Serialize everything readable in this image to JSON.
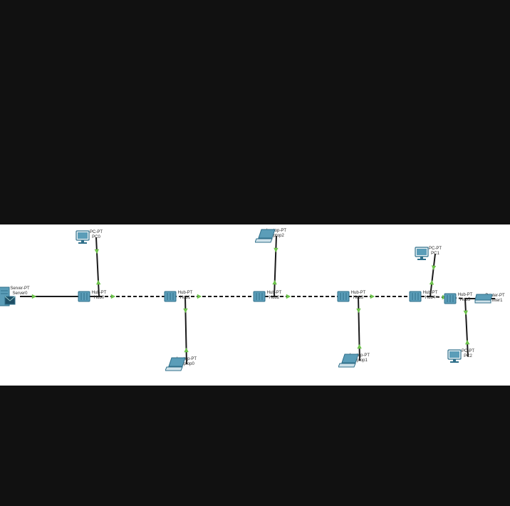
{
  "colors": {
    "background": "#111111",
    "workspace": "#ffffff",
    "device": "#5b9db8",
    "device_dark": "#2f6f8a",
    "link": "#1a1a1a",
    "port_up": "#6cc24a"
  },
  "devices": {
    "server0": {
      "model": "Server-PT",
      "name": "Server0",
      "icon": "server-icon"
    },
    "pc0": {
      "model": "PC-PT",
      "name": "PC0",
      "icon": "pc-icon"
    },
    "hub0": {
      "model": "Hub-PT",
      "name": "Hub0",
      "icon": "hub-icon"
    },
    "hub1": {
      "model": "Hub-PT",
      "name": "Hub1",
      "icon": "hub-icon"
    },
    "laptop0": {
      "model": "Laptop-PT",
      "name": "Laptop0",
      "icon": "laptop-icon"
    },
    "laptop2": {
      "model": "Laptop-PT",
      "name": "Laptop2",
      "icon": "laptop-icon"
    },
    "hub2": {
      "model": "Hub-PT",
      "name": "Hub2",
      "icon": "hub-icon"
    },
    "hub3": {
      "model": "Hub-PT",
      "name": "Hub3",
      "icon": "hub-icon"
    },
    "laptop1": {
      "model": "Laptop-PT",
      "name": "Laptop1",
      "icon": "laptop-icon"
    },
    "hub4": {
      "model": "Hub-PT",
      "name": "Hub4",
      "icon": "hub-icon"
    },
    "pc1": {
      "model": "PC-PT",
      "name": "PC1",
      "icon": "pc-icon"
    },
    "hub5": {
      "model": "Hub-PT",
      "name": "Hub5",
      "icon": "hub-icon"
    },
    "pc2": {
      "model": "PC-PT",
      "name": "PC2",
      "icon": "pc-icon"
    },
    "printer1": {
      "model": "Printer-PT",
      "name": "Printer1",
      "icon": "printer-icon"
    }
  },
  "links": [
    {
      "from": "server0",
      "to": "hub0",
      "style": "straight"
    },
    {
      "from": "pc0",
      "to": "hub0",
      "style": "straight"
    },
    {
      "from": "hub0",
      "to": "hub1",
      "style": "crossover"
    },
    {
      "from": "laptop0",
      "to": "hub1",
      "style": "straight"
    },
    {
      "from": "hub1",
      "to": "hub2",
      "style": "crossover"
    },
    {
      "from": "laptop2",
      "to": "hub2",
      "style": "straight"
    },
    {
      "from": "hub2",
      "to": "hub3",
      "style": "crossover"
    },
    {
      "from": "laptop1",
      "to": "hub3",
      "style": "straight"
    },
    {
      "from": "hub3",
      "to": "hub4",
      "style": "crossover"
    },
    {
      "from": "pc1",
      "to": "hub4",
      "style": "straight"
    },
    {
      "from": "hub4",
      "to": "hub5",
      "style": "crossover"
    },
    {
      "from": "pc2",
      "to": "hub5",
      "style": "straight"
    },
    {
      "from": "hub5",
      "to": "printer1",
      "style": "straight"
    }
  ]
}
